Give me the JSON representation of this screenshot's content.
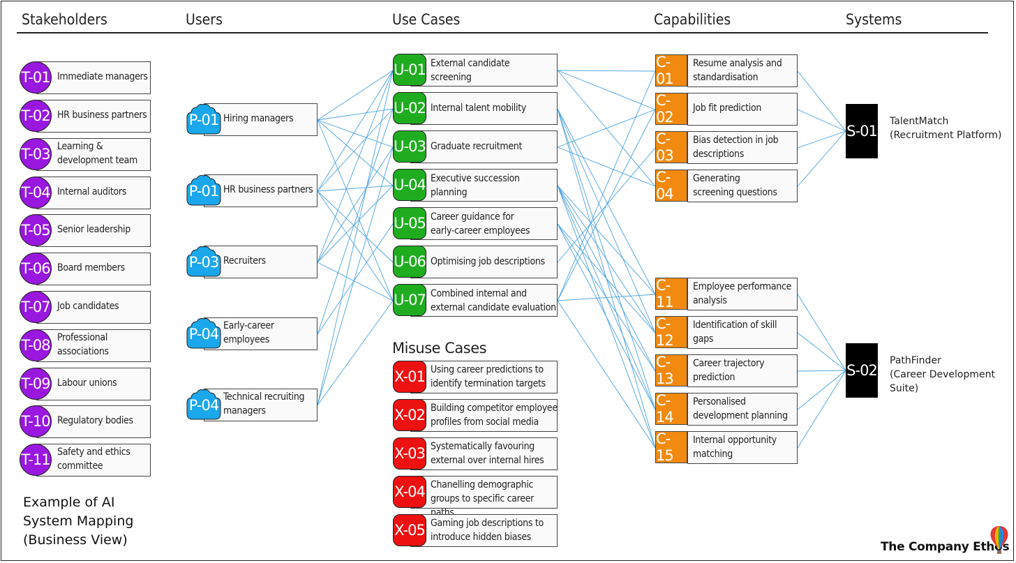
{
  "headers": {
    "stakeholders": "Stakeholders",
    "users": "Users",
    "use_cases": "Use Cases",
    "capabilities": "Capabilities",
    "systems": "Systems"
  },
  "stakeholders": [
    {
      "id": "T-01",
      "label": "Immediate managers"
    },
    {
      "id": "T-02",
      "label": "HR business partners"
    },
    {
      "id": "T-03",
      "label": "Learning &\ndevelopment team"
    },
    {
      "id": "T-04",
      "label": "Internal auditors"
    },
    {
      "id": "T-05",
      "label": "Senior leadership"
    },
    {
      "id": "T-06",
      "label": "Board members"
    },
    {
      "id": "T-07",
      "label": "Job candidates"
    },
    {
      "id": "T-08",
      "label": "Professional\nassociations"
    },
    {
      "id": "T-09",
      "label": "Labour unions"
    },
    {
      "id": "T-10",
      "label": "Regulatory bodies"
    },
    {
      "id": "T-11",
      "label": "Safety and ethics\ncommittee"
    }
  ],
  "users": [
    {
      "id": "P-01",
      "label": "Hiring managers"
    },
    {
      "id": "P-01",
      "label": "HR business partners"
    },
    {
      "id": "P-03",
      "label": "Recruiters"
    },
    {
      "id": "P-04",
      "label": "Early-career\nemployees"
    },
    {
      "id": "P-04",
      "label": "Technical recruiting\nmanagers"
    }
  ],
  "use_cases": [
    {
      "id": "U-01",
      "label": "External candidate\nscreening"
    },
    {
      "id": "U-02",
      "label": "Internal talent mobility"
    },
    {
      "id": "U-03",
      "label": "Graduate recruitment"
    },
    {
      "id": "U-04",
      "label": "Executive succession\nplanning"
    },
    {
      "id": "U-05",
      "label": "Career guidance for\nearly-career employees"
    },
    {
      "id": "U-06",
      "label": "Optimising job descriptions"
    },
    {
      "id": "U-07",
      "label": "Combined internal and\nexternal candidate evaluation"
    }
  ],
  "misuse_title": "Misuse Cases",
  "misuse_cases": [
    {
      "id": "X-01",
      "label": "Using career predictions to\nidentify termination targets"
    },
    {
      "id": "X-02",
      "label": "Building competitor employee\nprofiles from social media"
    },
    {
      "id": "X-03",
      "label": "Systematically favouring\nexternal over internal hires"
    },
    {
      "id": "X-04",
      "label": "Chanelling demographic\ngroups to specific career paths"
    },
    {
      "id": "X-05",
      "label": "Gaming job descriptions to\nintroduce hidden biases"
    }
  ],
  "capabilities": [
    {
      "id": "C-01",
      "label": "Resume analysis and\nstandardisation"
    },
    {
      "id": "C-02",
      "label": "Job fit prediction"
    },
    {
      "id": "C-03",
      "label": "Bias detection in job\ndescriptions"
    },
    {
      "id": "C-04",
      "label": "Generating\nscreening questions"
    },
    {
      "id": "C-11",
      "label": "Employee performance\nanalysis"
    },
    {
      "id": "C-12",
      "label": "Identification of skill\ngaps"
    },
    {
      "id": "C-13",
      "label": "Career trajectory\nprediction"
    },
    {
      "id": "C-14",
      "label": "Personalised\ndevelopment planning"
    },
    {
      "id": "C-15",
      "label": "Internal opportunity\nmatching"
    }
  ],
  "systems": [
    {
      "id": "S-01",
      "label": "TalentMatch\n(Recruitment Platform)"
    },
    {
      "id": "S-02",
      "label": "PathFinder\n(Career Development Suite)"
    }
  ],
  "footer_title": "Example of AI\nSystem Mapping\n(Business View)",
  "brand": "The Company Ethos",
  "colors": {
    "stakeholder": "#9a17e0",
    "user": "#1aa7ec",
    "use_case": "#1fad1f",
    "misuse": "#ee1111",
    "capability": "#f28a10",
    "system": "#000000",
    "connector": "#4aa3df"
  },
  "links": {
    "user_to_usecase": [
      [
        0,
        0
      ],
      [
        0,
        1
      ],
      [
        0,
        2
      ],
      [
        0,
        3
      ],
      [
        0,
        6
      ],
      [
        1,
        0
      ],
      [
        1,
        1
      ],
      [
        1,
        3
      ],
      [
        1,
        5
      ],
      [
        1,
        6
      ],
      [
        2,
        0
      ],
      [
        2,
        2
      ],
      [
        2,
        3
      ],
      [
        2,
        6
      ],
      [
        3,
        1
      ],
      [
        3,
        4
      ],
      [
        4,
        0
      ],
      [
        4,
        2
      ],
      [
        4,
        6
      ]
    ],
    "usecase_to_capability": [
      [
        0,
        0
      ],
      [
        0,
        1
      ],
      [
        0,
        3
      ],
      [
        1,
        4
      ],
      [
        1,
        5
      ],
      [
        1,
        7
      ],
      [
        1,
        8
      ],
      [
        2,
        1
      ],
      [
        2,
        3
      ],
      [
        3,
        4
      ],
      [
        3,
        5
      ],
      [
        3,
        6
      ],
      [
        3,
        7
      ],
      [
        3,
        8
      ],
      [
        4,
        5
      ],
      [
        4,
        6
      ],
      [
        4,
        7
      ],
      [
        5,
        2
      ],
      [
        6,
        0
      ],
      [
        6,
        1
      ],
      [
        6,
        4
      ],
      [
        6,
        8
      ]
    ],
    "capability_to_system": [
      [
        0,
        0
      ],
      [
        1,
        0
      ],
      [
        2,
        0
      ],
      [
        3,
        0
      ],
      [
        4,
        1
      ],
      [
        5,
        1
      ],
      [
        6,
        1
      ],
      [
        7,
        1
      ],
      [
        8,
        1
      ]
    ]
  }
}
